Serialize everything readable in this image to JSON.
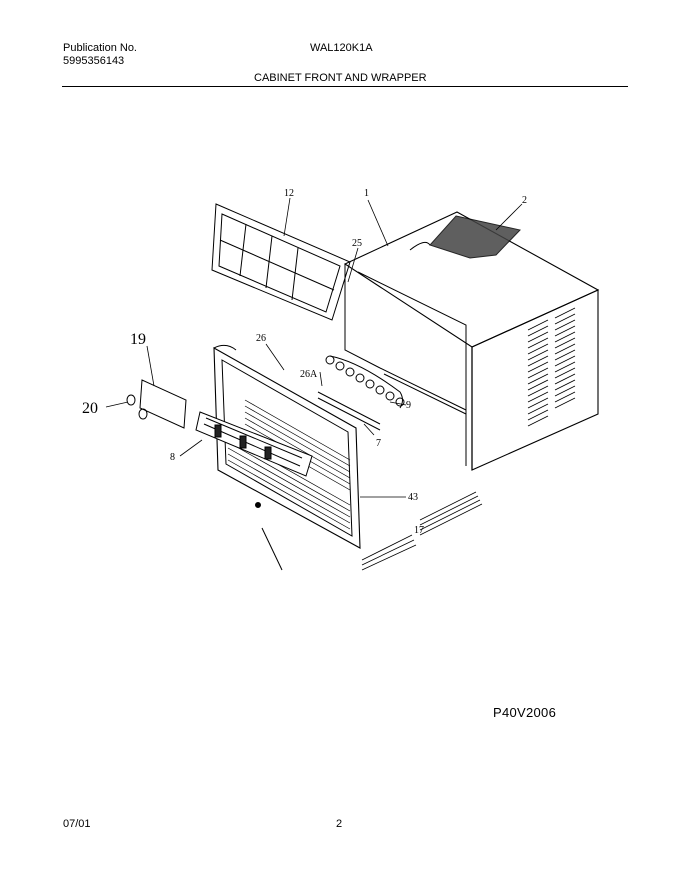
{
  "header": {
    "publication_label": "Publication No.",
    "publication_number": "5995356143",
    "model": "WAL120K1A",
    "section_title": "CABINET FRONT AND WRAPPER"
  },
  "callouts": {
    "c1": "1",
    "c2": "2",
    "c12": "12",
    "c25": "25",
    "c19": "19",
    "c20": "20",
    "c26": "26",
    "c26a": "26A",
    "c9": "9",
    "c7": "7",
    "c8": "8",
    "c43": "43",
    "c17": "17"
  },
  "diagram_code": "P40V2006",
  "footer": {
    "date": "07/01",
    "page": "2"
  }
}
